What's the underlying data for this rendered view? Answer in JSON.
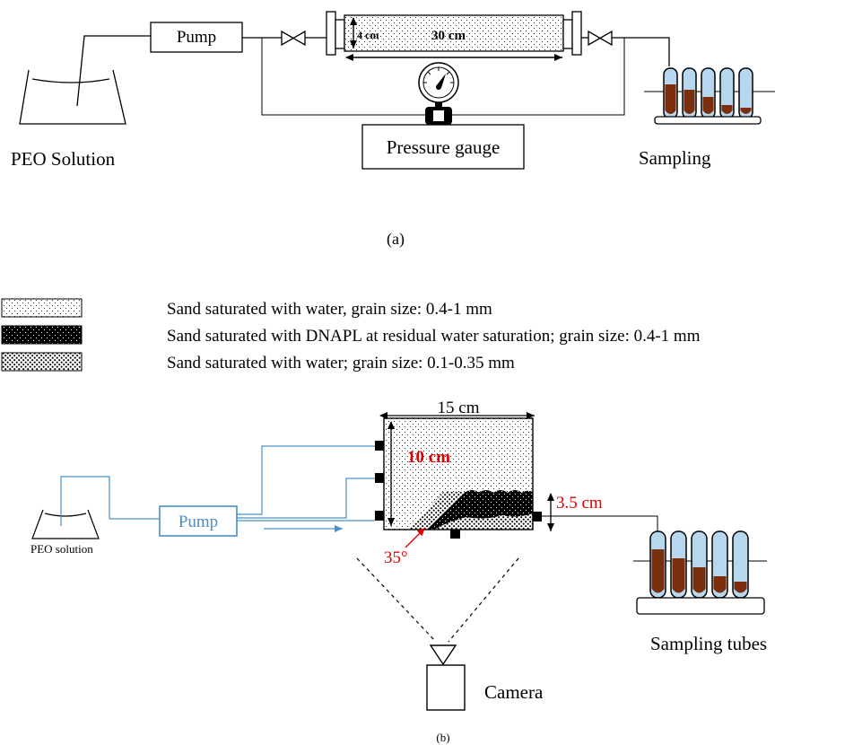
{
  "panel_a": {
    "pump_label": "Pump",
    "column_diameter": "4 cm",
    "column_length": "30 cm",
    "pressure_gauge_label": "Pressure gauge",
    "source_label": "PEO Solution",
    "sampling_label": "Sampling",
    "caption": "(a)"
  },
  "legend": {
    "items": [
      {
        "label": "Sand saturated with water, grain size: 0.4-1 mm"
      },
      {
        "label": "Sand saturated with DNAPL at residual water saturation; grain size: 0.4-1 mm"
      },
      {
        "label": "Sand saturated with water; grain size: 0.1-0.35 mm"
      }
    ]
  },
  "panel_b": {
    "width_label": "15 cm",
    "height_label": "10 cm",
    "layer_label": "3.5 cm",
    "angle_label": "35°",
    "pump_label": "Pump",
    "source_label": "PEO solution",
    "sampling_label": "Sampling tubes",
    "camera_label": "Camera",
    "caption": "(b)"
  },
  "colors": {
    "line": "#000000",
    "blue": "#4a90c8",
    "red": "#e00000",
    "brown": "#7a2e0c",
    "tube": "#b7d7ef"
  }
}
